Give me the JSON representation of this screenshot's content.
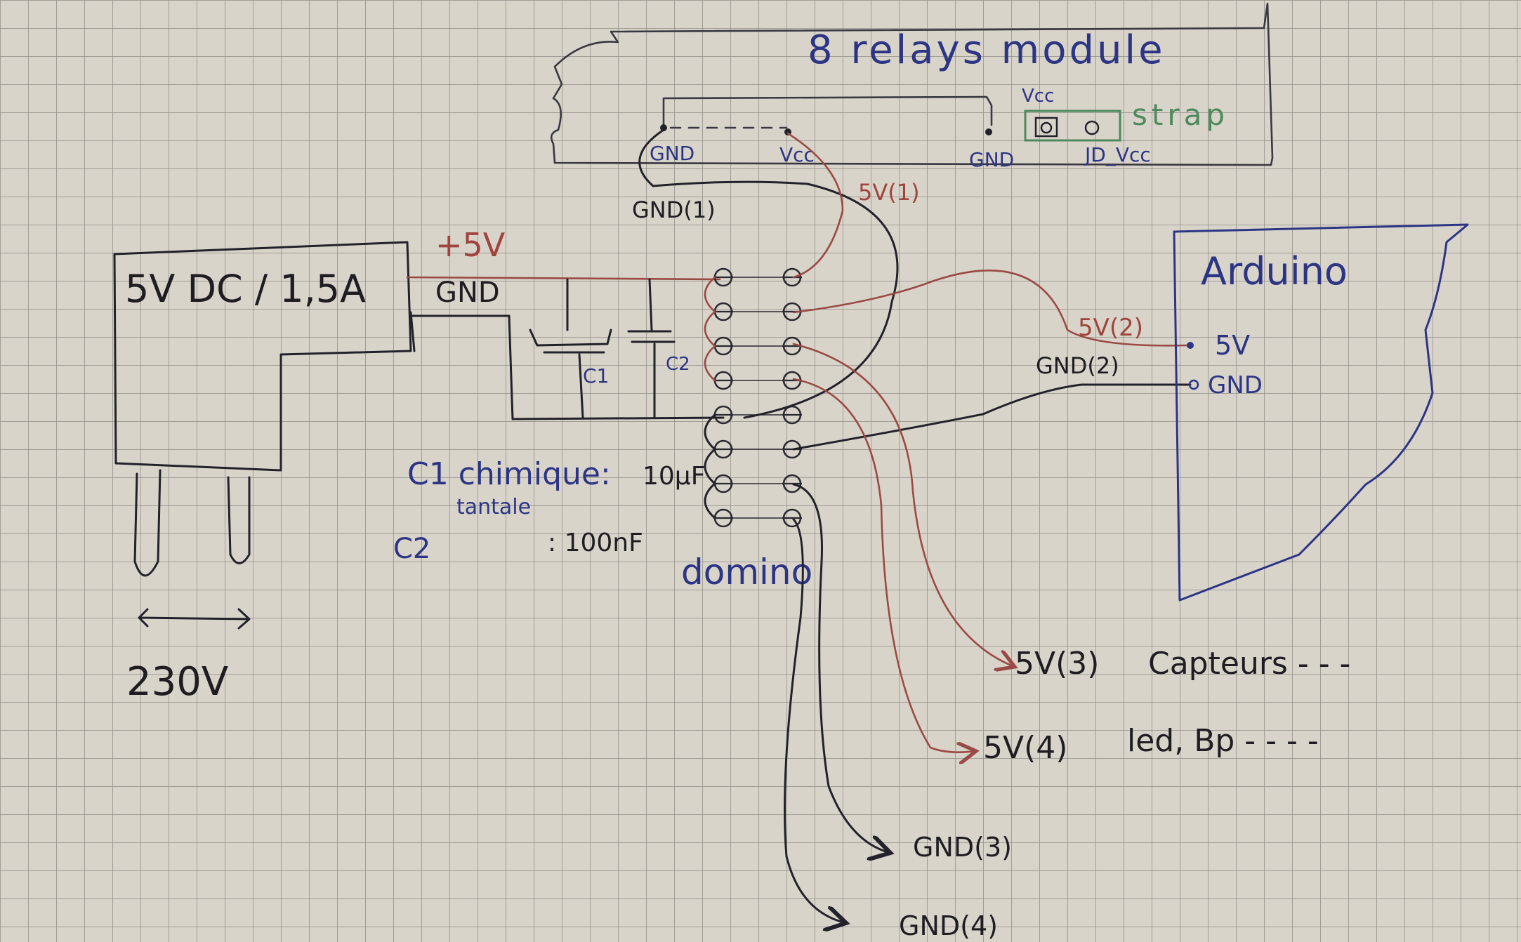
{
  "module": {
    "title": "8 relays module",
    "gnd_left": "GND",
    "vcc_left": "Vcc",
    "gnd_right": "GND",
    "vcc_top": "Vcc",
    "jd_vcc": "JD_Vcc",
    "strap": "strap"
  },
  "power_supply": {
    "label": "5V DC / 1,5A",
    "plus5v": "+5V",
    "gnd": "GND",
    "voltage": "230V"
  },
  "capacitors": {
    "c1_label": "C1",
    "c2_label": "C2",
    "c1_type": "C1 chimique:",
    "c1_alt": "tantale",
    "c1_value": "10µF",
    "c2_name": "C2",
    "c2_value": ": 100nF"
  },
  "domino_label": "domino",
  "arduino": {
    "title": "Arduino",
    "pin_5v": "5V",
    "pin_gnd": "GND"
  },
  "wires": {
    "gnd1": "GND(1)",
    "v5_1": "5V(1)",
    "v5_2": "5V(2)",
    "gnd2": "GND(2)",
    "v5_3": "5V(3)",
    "v5_4": "5V(4)",
    "gnd3": "GND(3)",
    "gnd4": "GND(4)"
  },
  "notes": {
    "capteurs": "Capteurs - - -",
    "led_bp": "led, Bp - - - -"
  },
  "colors": {
    "paper": "#d9d4ca",
    "grid": "#8f8c88",
    "black_ink": "#1f1d22",
    "blue_ink": "#2c3584",
    "red_wire": "#9a4a44",
    "green_ink": "#4d8a5d"
  }
}
